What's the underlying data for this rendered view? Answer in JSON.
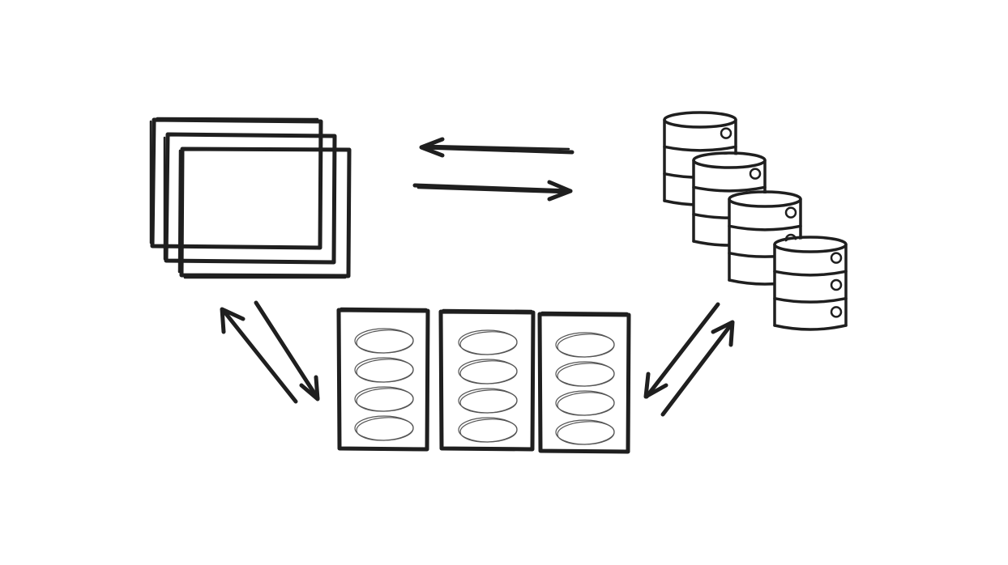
{
  "diagram": {
    "title": "",
    "nodes": [
      {
        "id": "screens",
        "kind": "stacked-windows",
        "label": "",
        "count": 3
      },
      {
        "id": "servers",
        "kind": "server-columns",
        "label": "",
        "count": 3,
        "items_per_column": 4
      },
      {
        "id": "databases",
        "kind": "database-stack",
        "label": "",
        "count": 4
      }
    ],
    "edges": [
      {
        "from": "databases",
        "to": "screens",
        "direction": "left"
      },
      {
        "from": "screens",
        "to": "databases",
        "direction": "right"
      },
      {
        "from": "servers",
        "to": "screens",
        "direction": "up-left"
      },
      {
        "from": "screens",
        "to": "servers",
        "direction": "down-right"
      },
      {
        "from": "databases",
        "to": "servers",
        "direction": "down-left"
      },
      {
        "from": "servers",
        "to": "databases",
        "direction": "up-right"
      }
    ],
    "colors": {
      "ink": "#1f1f1f",
      "background": "#ffffff"
    }
  }
}
